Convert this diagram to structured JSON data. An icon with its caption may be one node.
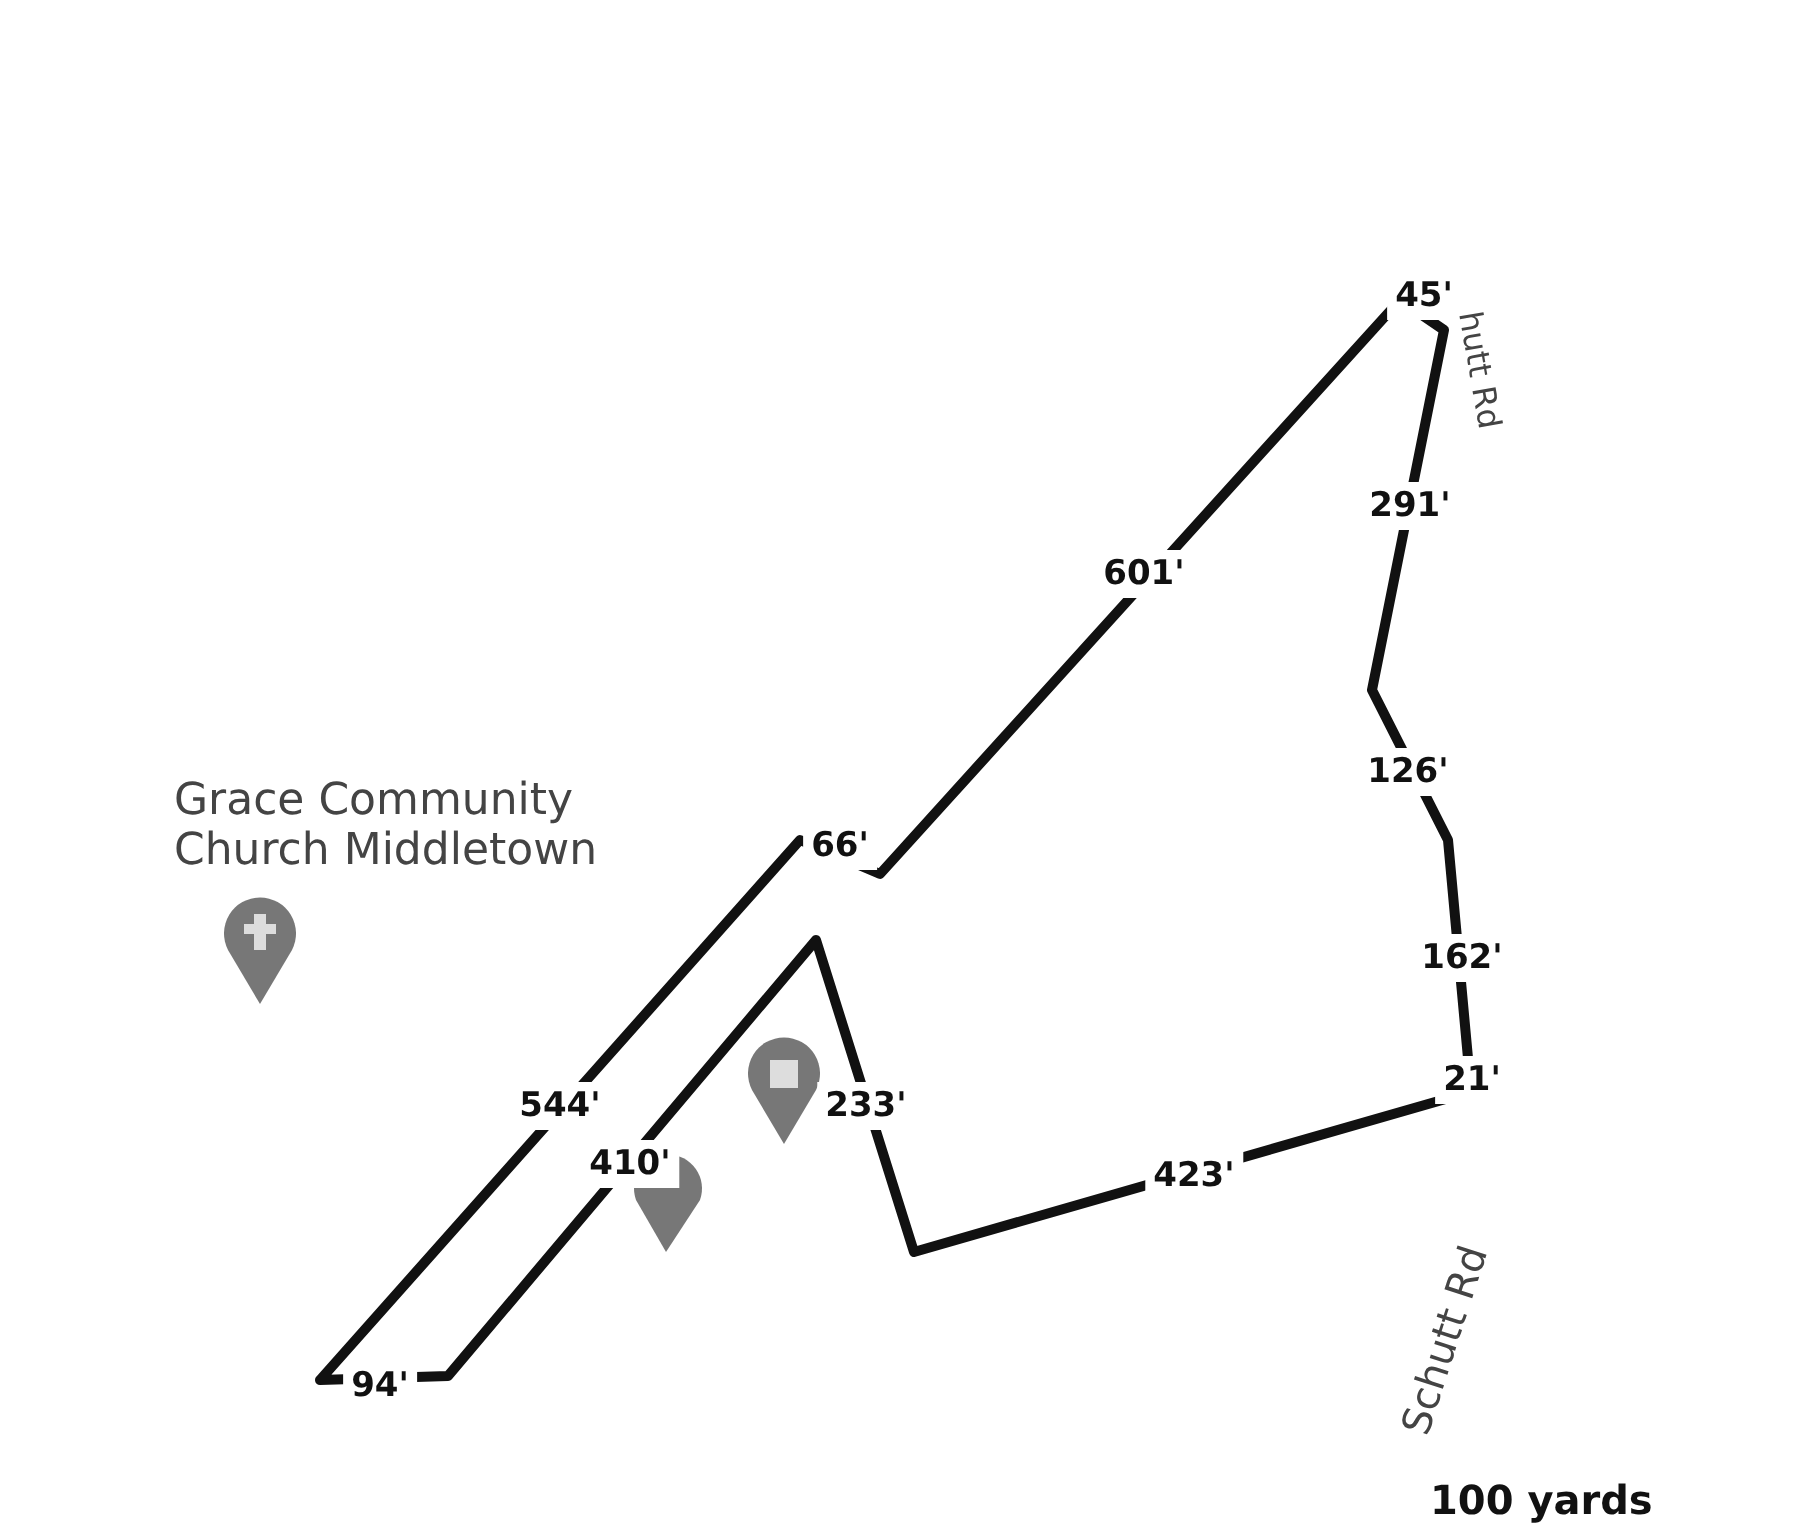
{
  "diagram": {
    "labels": [
      "45'",
      "hutt Rd",
      "291'",
      "601'",
      "126'",
      "Grace Community Church Middletown",
      "66'",
      "162'",
      "544'",
      "233'",
      "21'",
      "410'",
      "423'",
      "94'",
      "Schutt Rd",
      "100 yards"
    ]
  }
}
